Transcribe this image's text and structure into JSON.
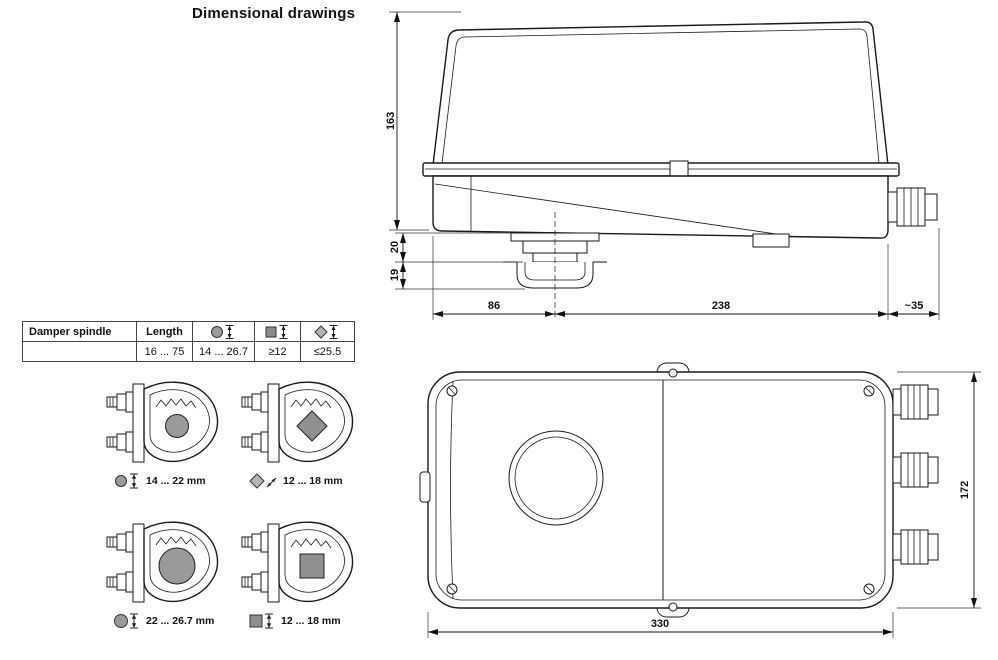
{
  "title": "Dimensional drawings",
  "spindle_table": {
    "header_damper_spindle": "Damper spindle",
    "header_length": "Length",
    "values": {
      "length": "16 ... 75",
      "round": "14 ... 26.7",
      "square": "≥12",
      "diamond": "≤25.5"
    }
  },
  "side_view": {
    "dim_height": "163",
    "dim_20": "20",
    "dim_19": "19",
    "dim_86": "86",
    "dim_238": "238",
    "dim_35": "~35"
  },
  "top_view": {
    "dim_width": "330",
    "dim_height": "172"
  },
  "clamp_labels": {
    "round_small": "14 ... 22 mm",
    "diamond": "12 ... 18 mm",
    "round_large": "22 ... 26.7 mm",
    "square": "12 ... 18 mm"
  }
}
